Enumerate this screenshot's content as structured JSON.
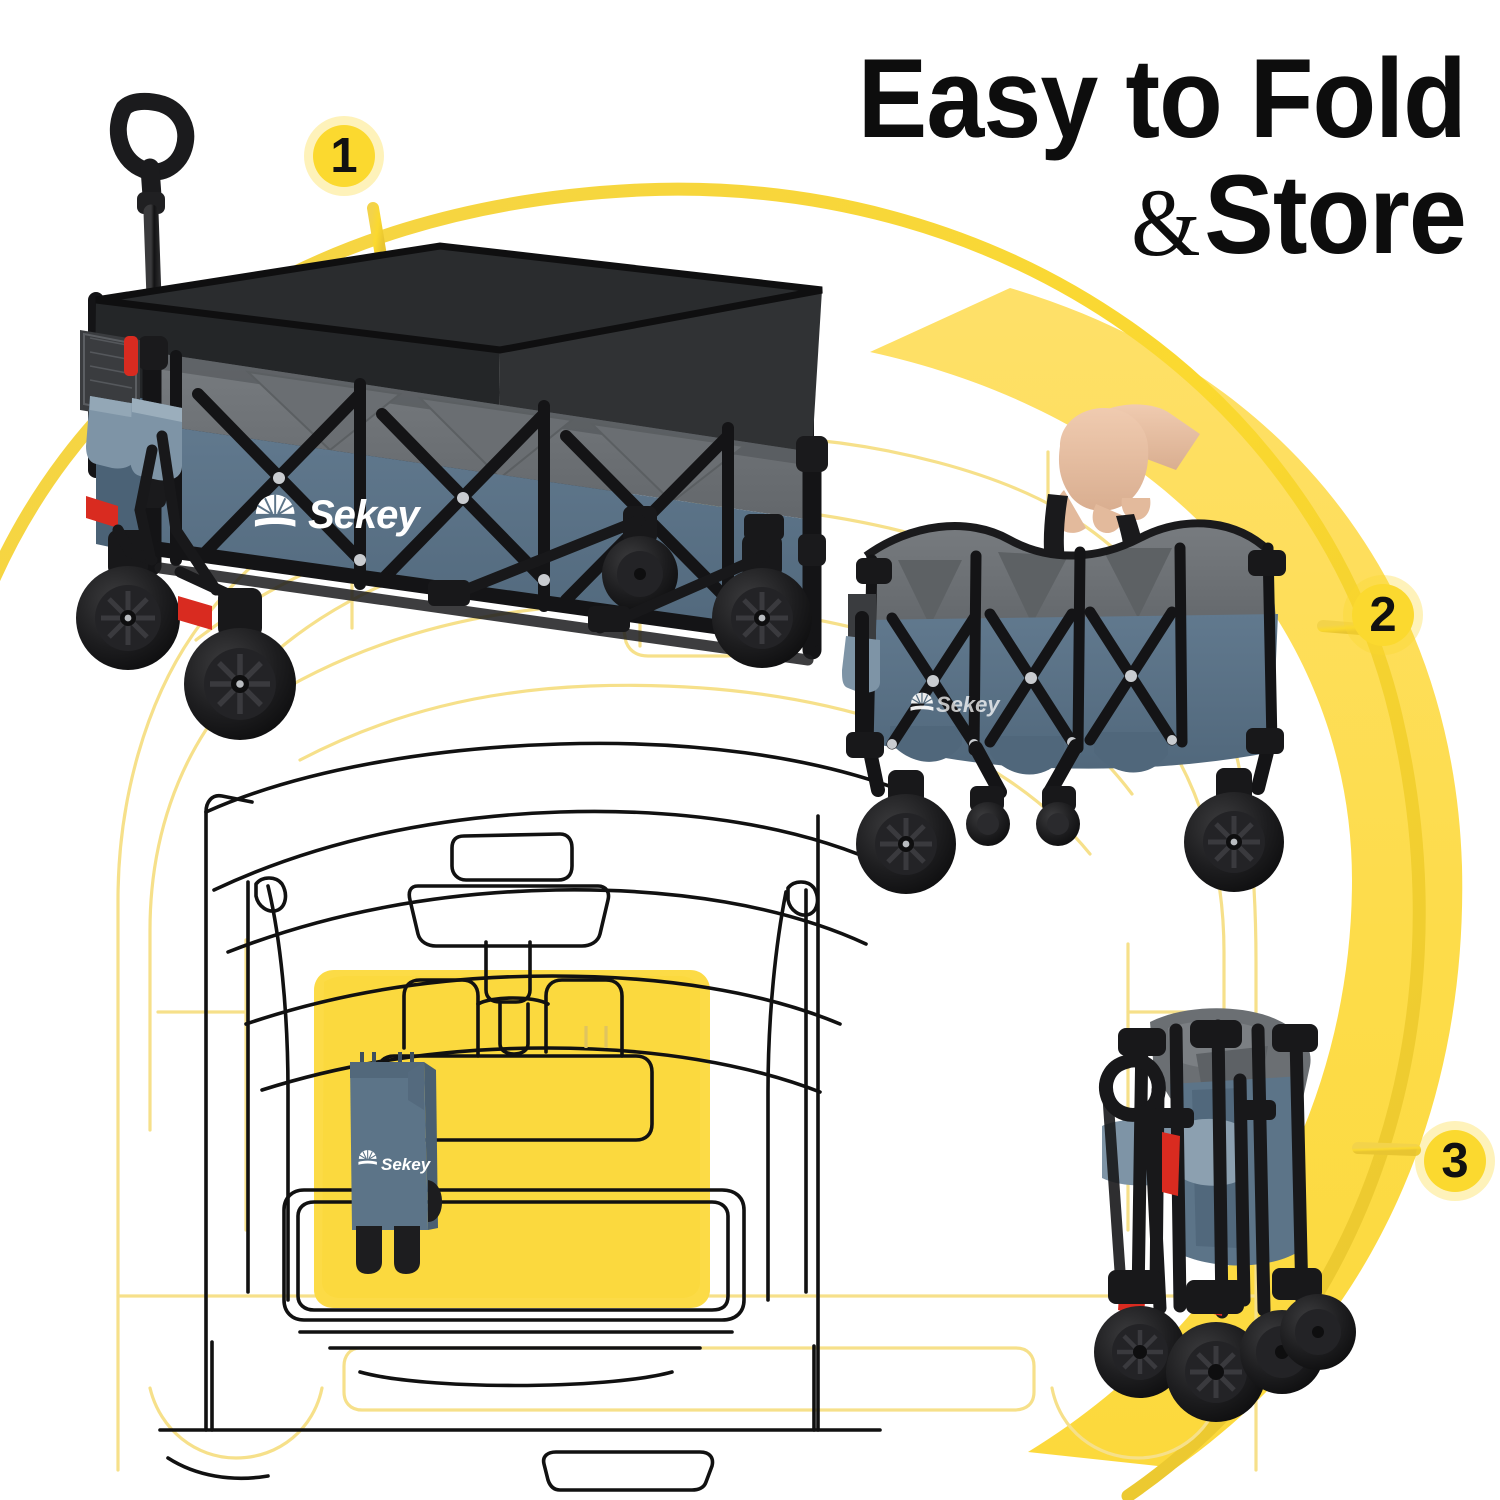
{
  "meta": {
    "kind": "product-infographic",
    "brand": "Sekey",
    "background_color": "#ffffff"
  },
  "headline": {
    "line1": "Easy to Fold",
    "ampersand": "&",
    "line2_word": "Store",
    "color": "#0d0d0d"
  },
  "palette": {
    "yellow_bright": "#FBD92F",
    "yellow_swoosh": "#FDDC4A",
    "yellow_outline": "#F6E08A",
    "fabric_blue": "#5C7488",
    "fabric_blue_dark": "#4C6376",
    "fabric_gray": "#6E7276",
    "fabric_gray_dark": "#55585B",
    "frame_black": "#1A1A1A",
    "accent_red": "#D92B20",
    "logo_white": "#FFFFFF",
    "line_black": "#111111"
  },
  "steps": [
    {
      "number": "1",
      "label": "1",
      "caption": "wagon-open"
    },
    {
      "number": "2",
      "label": "2",
      "caption": "wagon-collapsing-carried-by-hand"
    },
    {
      "number": "3",
      "label": "3",
      "caption": "wagon-fully-folded"
    }
  ],
  "logo": {
    "wordmark": "Sekey",
    "icon": "sunrise-icon"
  },
  "scenes": {
    "step1": {
      "name": "open-wagon-photo",
      "logo_text": "Sekey"
    },
    "step2": {
      "name": "folding-wagon-photo"
    },
    "step3": {
      "name": "folded-wagon-photo"
    },
    "trunk": {
      "name": "suv-trunk-illustration",
      "bag_logo_text": "Sekey"
    }
  }
}
